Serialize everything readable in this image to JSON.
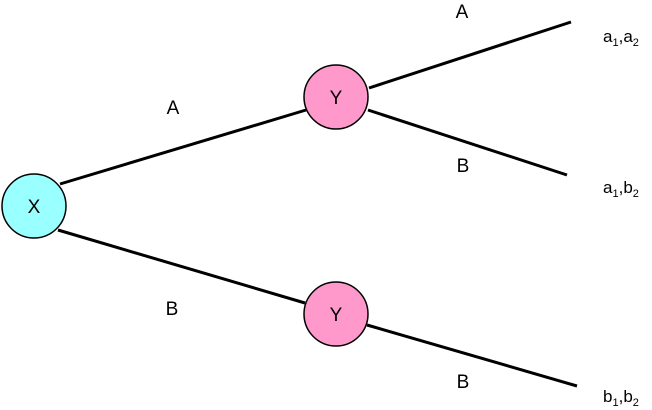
{
  "colors": {
    "player_x_fill": "#99ffff",
    "player_y_fill": "#ff99cc",
    "line": "#000000"
  },
  "nodes": {
    "root": {
      "player": "X"
    },
    "y_after_a": {
      "player": "Y"
    },
    "y_after_b": {
      "player": "Y"
    }
  },
  "edges": {
    "root_a": "A",
    "root_b": "B",
    "ya_a": "A",
    "ya_b": "B",
    "yb_b": "B"
  },
  "payoffs": [
    {
      "first": "a",
      "first_sub": "1",
      "sep": ",",
      "second": "a",
      "second_sub": "2"
    },
    {
      "first": "a",
      "first_sub": "1",
      "sep": ",",
      "second": "b",
      "second_sub": "2"
    },
    {
      "first": "b",
      "first_sub": "1",
      "sep": ",",
      "second": "b",
      "second_sub": "2"
    }
  ]
}
